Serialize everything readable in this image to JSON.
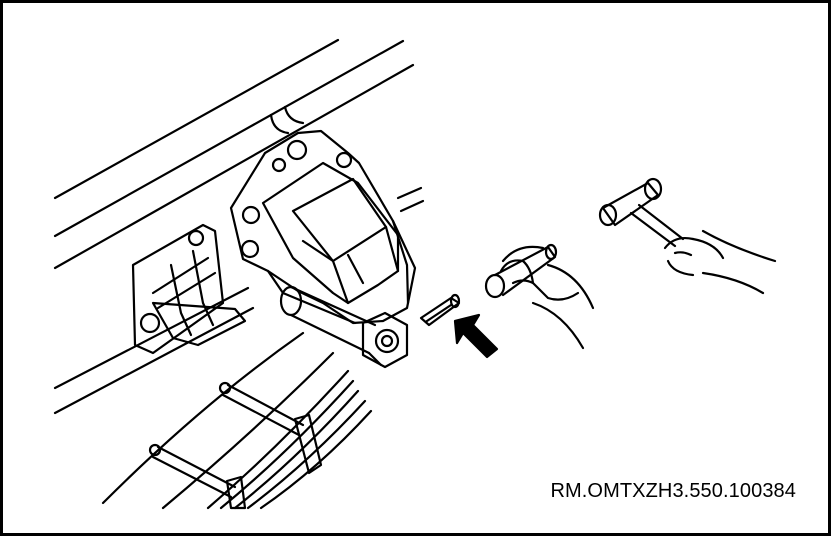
{
  "diagram": {
    "reference_code": "RM.OMTXZH3.550.100384",
    "parts": [
      "chassis-frame-rail",
      "spring-front-bracket",
      "spring-rear-bracket",
      "leaf-spring",
      "spring-clips",
      "spring-eye-bushing",
      "spring-pin",
      "drift-tool",
      "hammer"
    ],
    "line_color": "#000000",
    "background_color": "#ffffff"
  }
}
